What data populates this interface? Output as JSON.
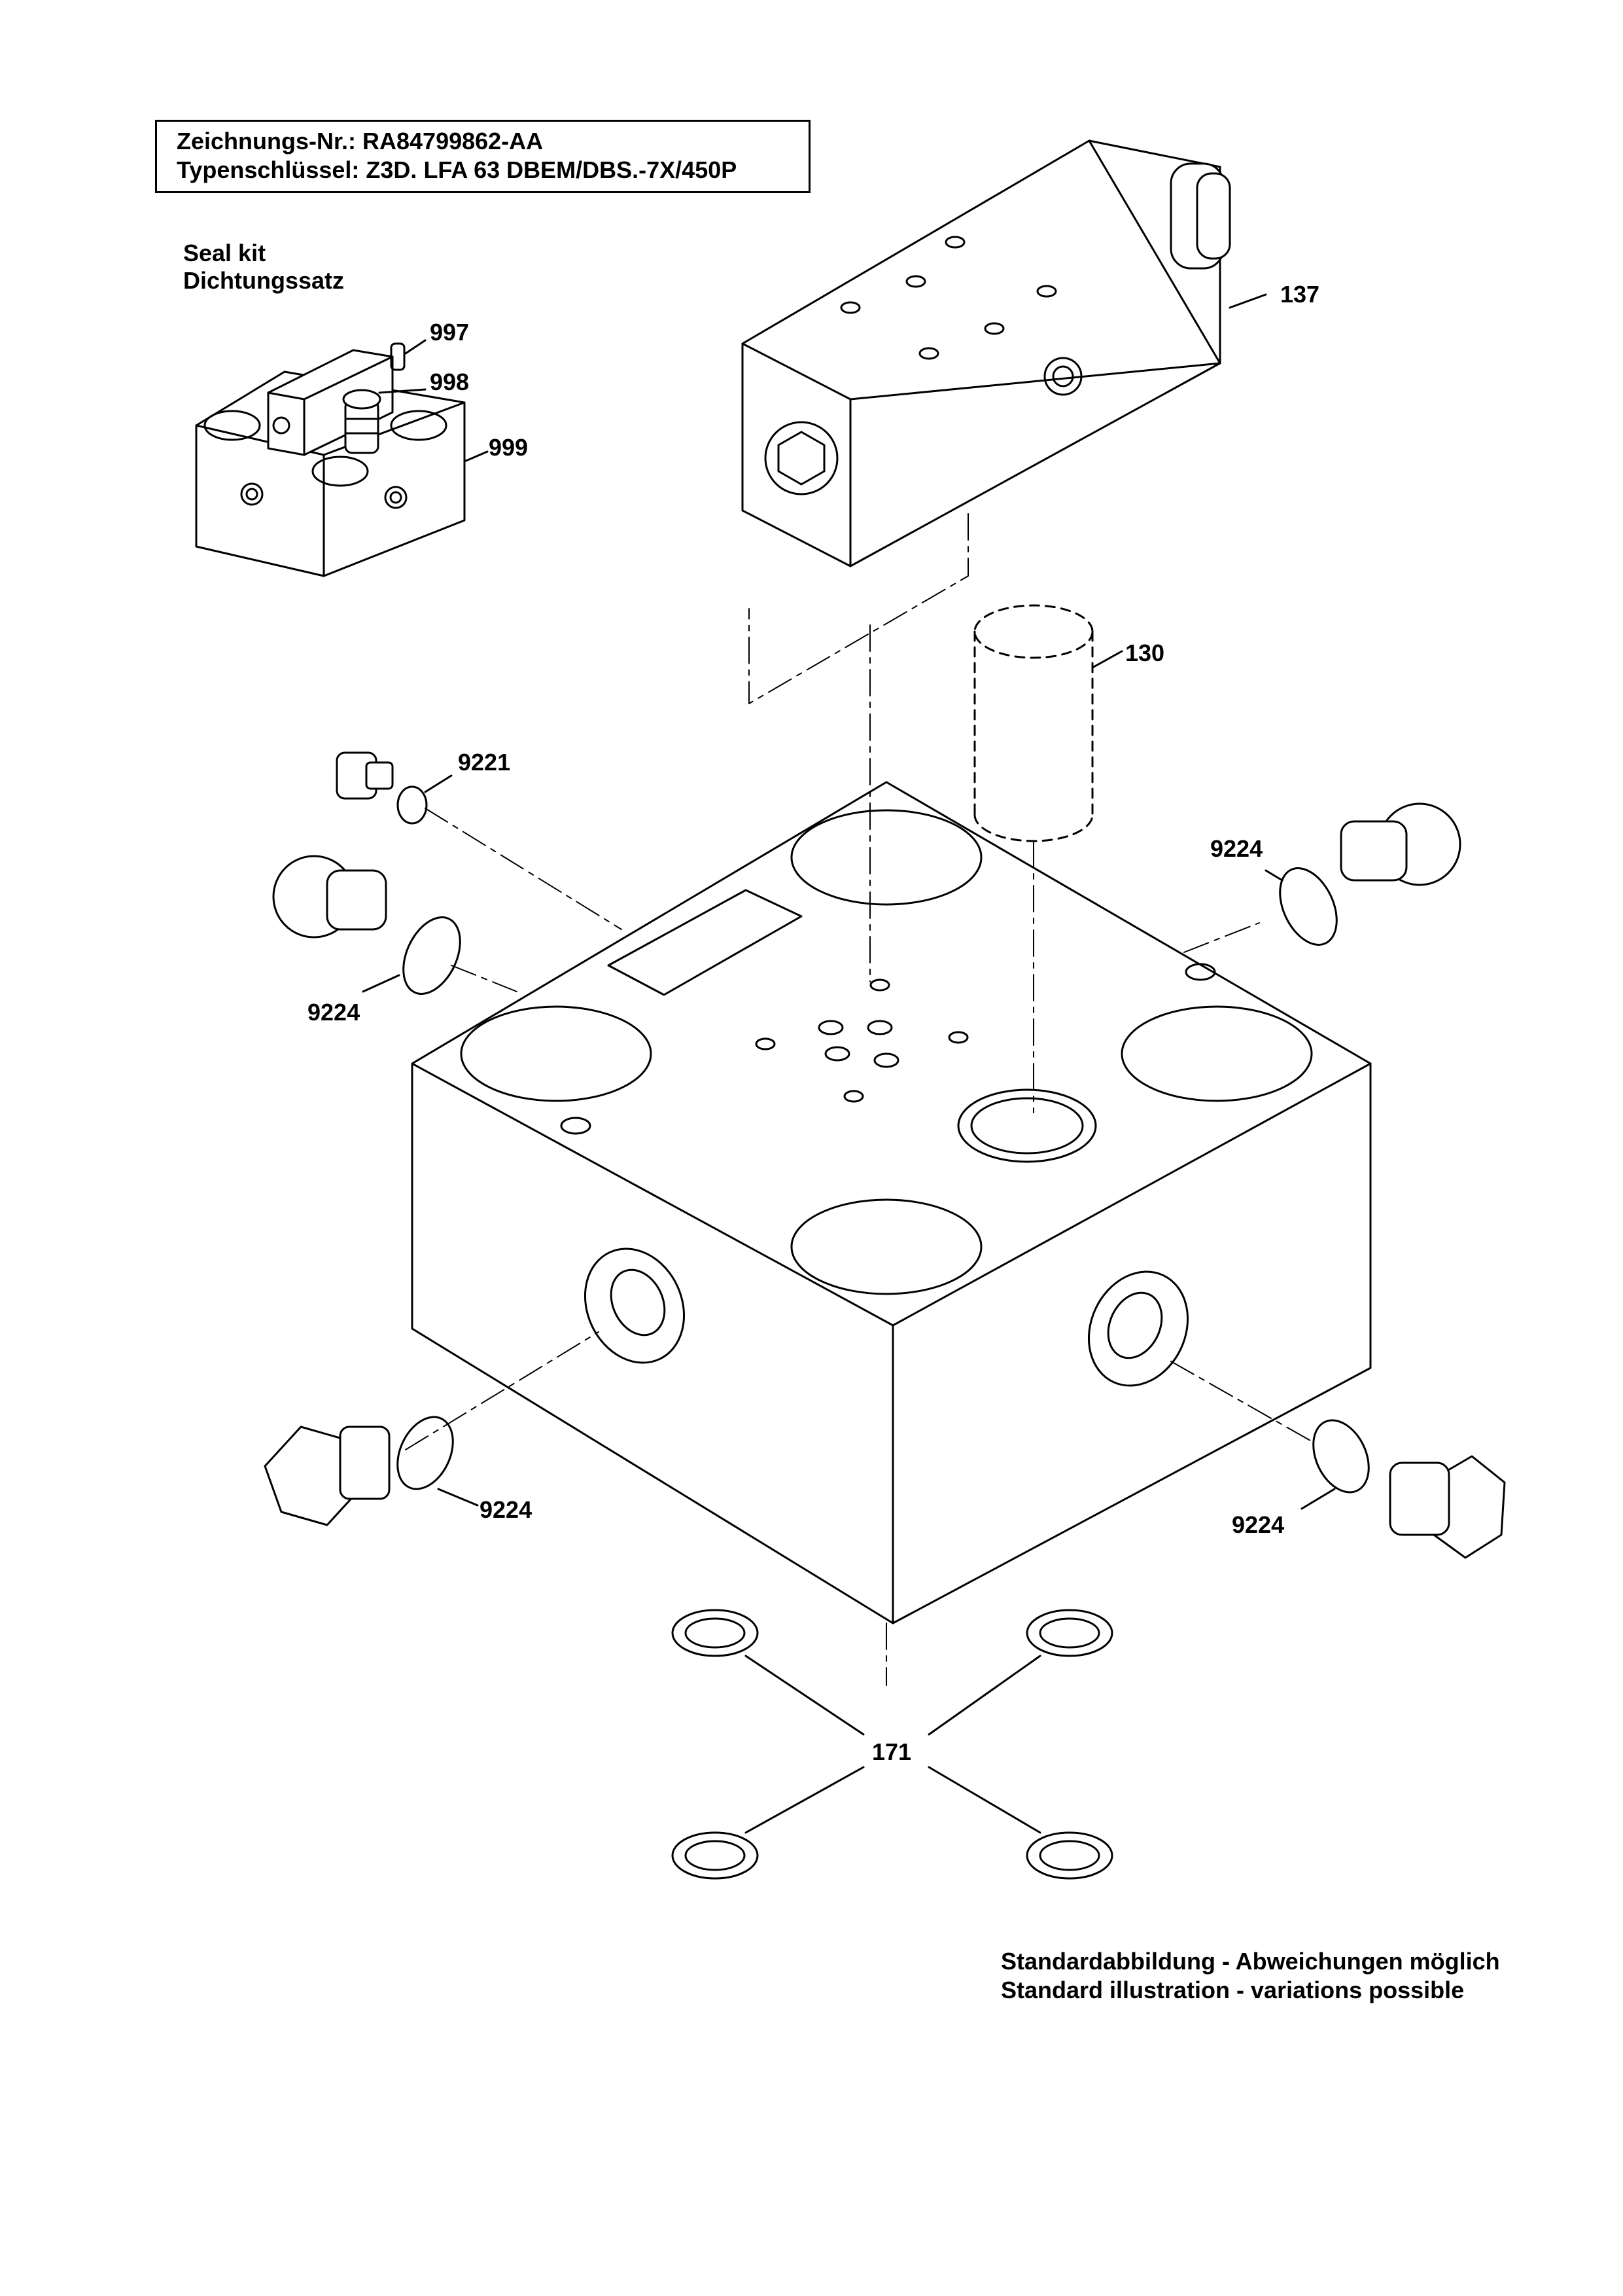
{
  "title_block": {
    "drawing_number": "Zeichnungs-Nr.: RA84799862-AA",
    "type_code": "Typenschlüssel: Z3D. LFA 63 DBEM/DBS.-7X/450P"
  },
  "seal_kit": {
    "label_en": "Seal kit",
    "label_de": "Dichtungssatz"
  },
  "part_labels": {
    "p997": "997",
    "p998": "998",
    "p999": "999",
    "p137": "137",
    "p130": "130",
    "p9221": "9221",
    "p9224_upper_left": "9224",
    "p9224_upper_right": "9224",
    "p9224_lower_left": "9224",
    "p9224_lower_right": "9224",
    "p171": "171"
  },
  "footer_note": {
    "de": "Standardabbildung - Abweichungen möglich",
    "en": "Standard illustration - variations possible"
  }
}
